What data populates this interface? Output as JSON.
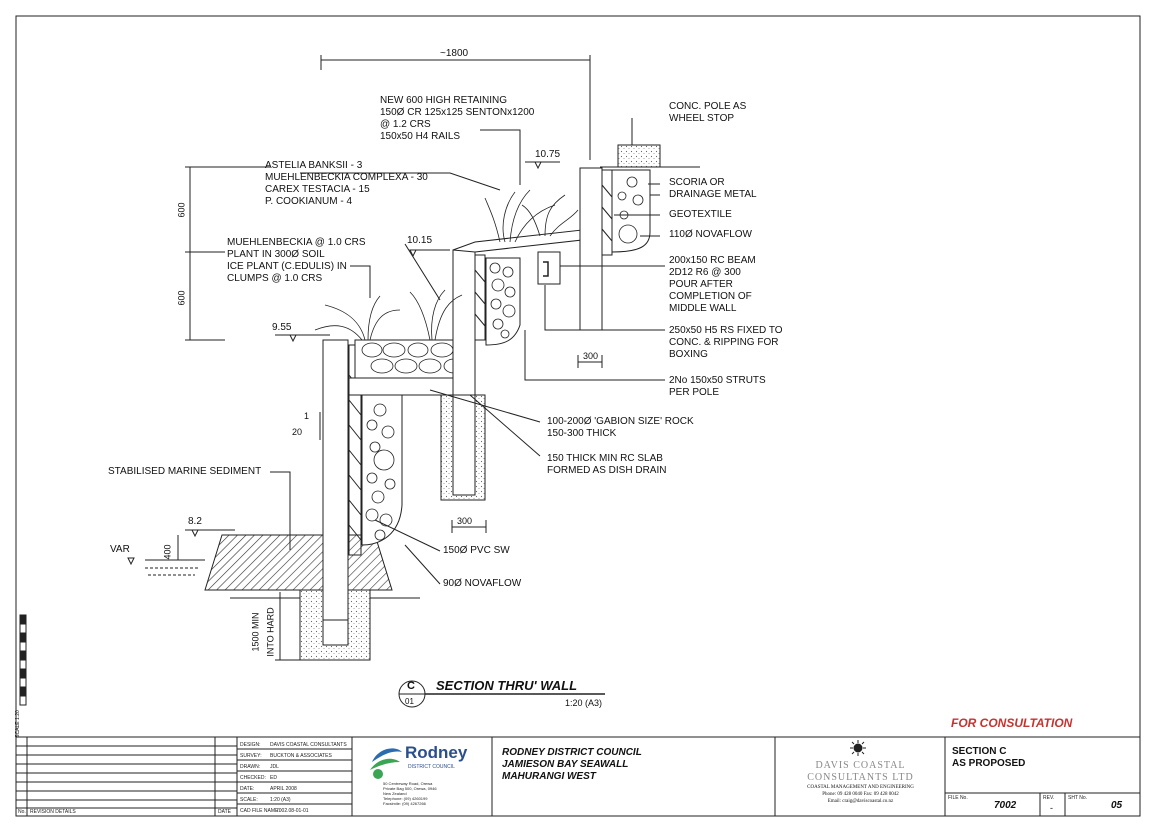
{
  "drawing": {
    "top_dimension": "~1800",
    "retaining_note": [
      "NEW 600 HIGH RETAINING",
      "150Ø CR 125x125 SENTONx1200",
      "@ 1.2 CRS",
      "150x50 H4 RAILS"
    ],
    "planting_note": [
      "ASTELIA BANKSII - 3",
      "MUEHLENBECKIA COMPLEXA - 30",
      "CAREX TESTACIA - 15",
      "P. COOKIANUM - 4"
    ],
    "muehlen_note": [
      "MUEHLENBECKIA @ 1.0 CRS",
      "PLANT IN 300Ø SOIL",
      "ICE PLANT (C.EDULIS) IN",
      "CLUMPS @ 1.0 CRS"
    ],
    "levels": {
      "l1075": "10.75",
      "l1015": "10.15",
      "l955": "9.55",
      "l82": "8.2",
      "var": "VAR"
    },
    "dims": {
      "d600a": "600",
      "d600b": "600",
      "d300a": "300",
      "d300b": "300",
      "d400": "400",
      "slope_1": "1",
      "slope_20": "20",
      "embed": [
        "1500 MIN",
        "INTO HARD"
      ]
    },
    "right_labels": {
      "pole": [
        "CONC. POLE AS",
        "WHEEL STOP"
      ],
      "scoria": [
        "SCORIA OR",
        "DRAINAGE METAL"
      ],
      "geotextile": "GEOTEXTILE",
      "novaflow110": "110Ø NOVAFLOW",
      "beam": [
        "200x150 RC BEAM",
        "2D12 R6 @ 300",
        "POUR AFTER",
        "COMPLETION OF",
        "MIDDLE WALL"
      ],
      "rs": [
        "250x50 H5 RS FIXED TO",
        "CONC. & RIPPING FOR",
        "BOXING"
      ],
      "struts": [
        "2No 150x50 STRUTS",
        "PER POLE"
      ],
      "rock": [
        "100-200Ø 'GABION SIZE' ROCK",
        "150-300 THICK"
      ],
      "slab": [
        "150 THICK MIN RC SLAB",
        "FORMED AS DISH DRAIN"
      ]
    },
    "left_labels": {
      "sediment": "STABILISED MARINE SEDIMENT",
      "pvc": "150Ø PVC SW",
      "novaflow90": "90Ø NOVAFLOW"
    },
    "section": {
      "letter": "C",
      "number": "01",
      "title": "SECTION THRU' WALL",
      "scale": "1:20 (A3)"
    },
    "scale_bar_label": "SCALE 1:20",
    "consultation": "FOR CONSULTATION"
  },
  "title_block": {
    "revision_header": [
      "No.",
      "REVISION DETAILS",
      "DATE"
    ],
    "info": [
      {
        "k": "DESIGN:",
        "v": "DAVIS COASTAL CONSULTANTS"
      },
      {
        "k": "SURVEY:",
        "v": "BUCKTON & ASSOCIATES"
      },
      {
        "k": "DRAWN:",
        "v": "JDL"
      },
      {
        "k": "CHECKED:",
        "v": "ED"
      },
      {
        "k": "DATE:",
        "v": "APRIL 2008"
      },
      {
        "k": "SCALE:",
        "v": "1:20 (A3)"
      },
      {
        "k": "CAD FILE NAME:",
        "v": "7002.08-01-01"
      }
    ],
    "council_logo": "Rodney",
    "council_logo_sub": "DISTRICT COUNCIL",
    "council_address": [
      "50 Centreway Road, Orewa",
      "Private Bag 500, Orewa, 0946",
      "New Zealand",
      "Telephone: (09) 4260199",
      "Facsimile: (09) 4267266"
    ],
    "project": [
      "RODNEY DISTRICT COUNCIL",
      "JAMIESON BAY SEAWALL",
      "MAHURANGI WEST"
    ],
    "consultant": [
      "DAVIS COASTAL",
      "CONSULTANTS LTD"
    ],
    "consultant_sub": "COASTAL MANAGEMENT AND ENGINEERING",
    "consultant_contact": [
      "Phone: 09 428 0040  Fax: 09 428 0042",
      "Email: craig@daviscoastal.co.nz"
    ],
    "sheet_title": [
      "SECTION C",
      "AS PROPOSED"
    ],
    "file_label": "FILE No.",
    "file_no": "7002",
    "rev_label": "REV.",
    "rev": "-",
    "sht_label": "SHT No.",
    "sht": "05"
  }
}
